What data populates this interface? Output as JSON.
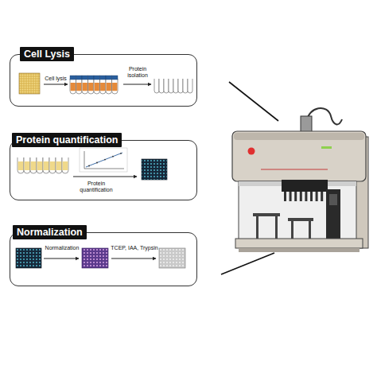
{
  "diagram": {
    "nodes": [
      {
        "text": [
          "Cell Lysis",
          "Cell lysis",
          "Protein isolation"
        ]
      },
      {
        "text": [
          "Protein quantification",
          "Protein quantification"
        ]
      },
      {
        "text": [
          "Normalization",
          "Normalization",
          "TCEP, IAA, Trypsin"
        ]
      }
    ]
  }
}
